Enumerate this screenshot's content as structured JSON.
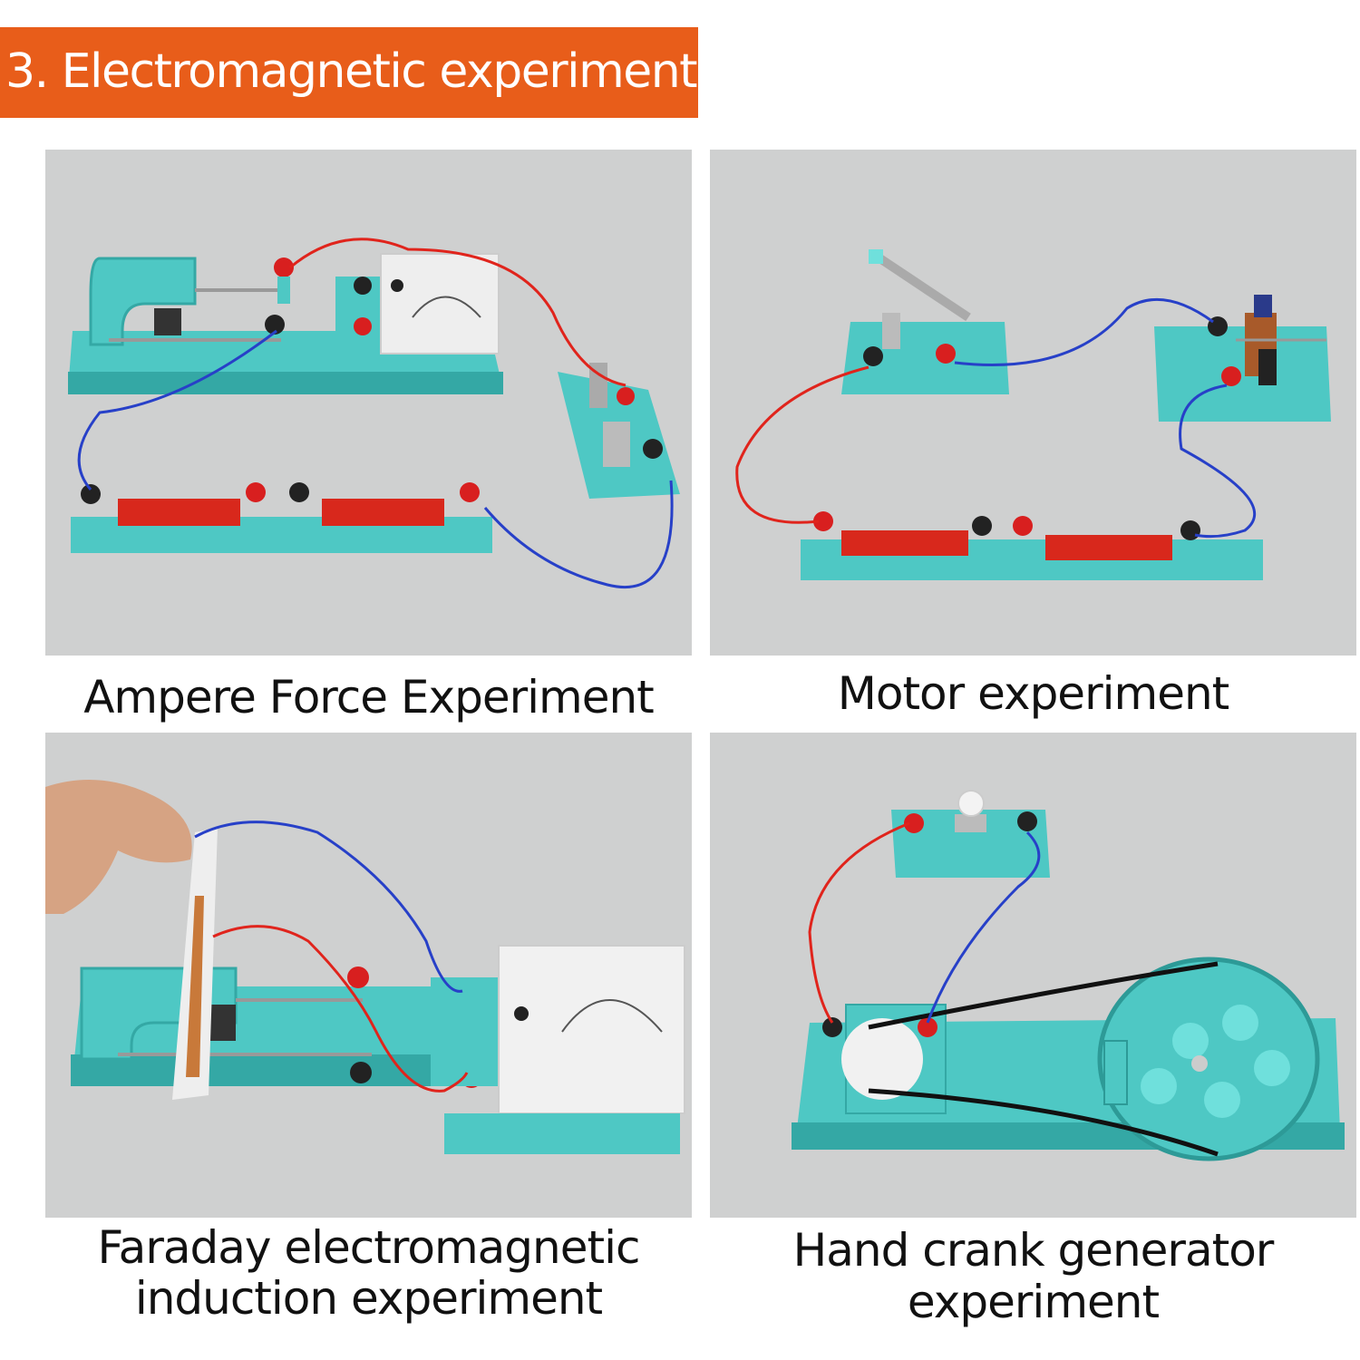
{
  "header": {
    "title": "3. Electromagnetic experiment",
    "accent": "#e85d1a"
  },
  "colors": {
    "base": "#4ec8c4",
    "base_dark": "#34a8a5",
    "wire_red": "#e0241c",
    "wire_blue": "#2740c8",
    "background": "#cfd0d0"
  },
  "panels": [
    {
      "caption": "Ampere Force Experiment"
    },
    {
      "caption": "Motor experiment"
    },
    {
      "caption_line1": "Faraday electromagnetic",
      "caption_line2": "induction experiment"
    },
    {
      "caption_line1": "Hand crank generator",
      "caption_line2": "experiment"
    }
  ]
}
